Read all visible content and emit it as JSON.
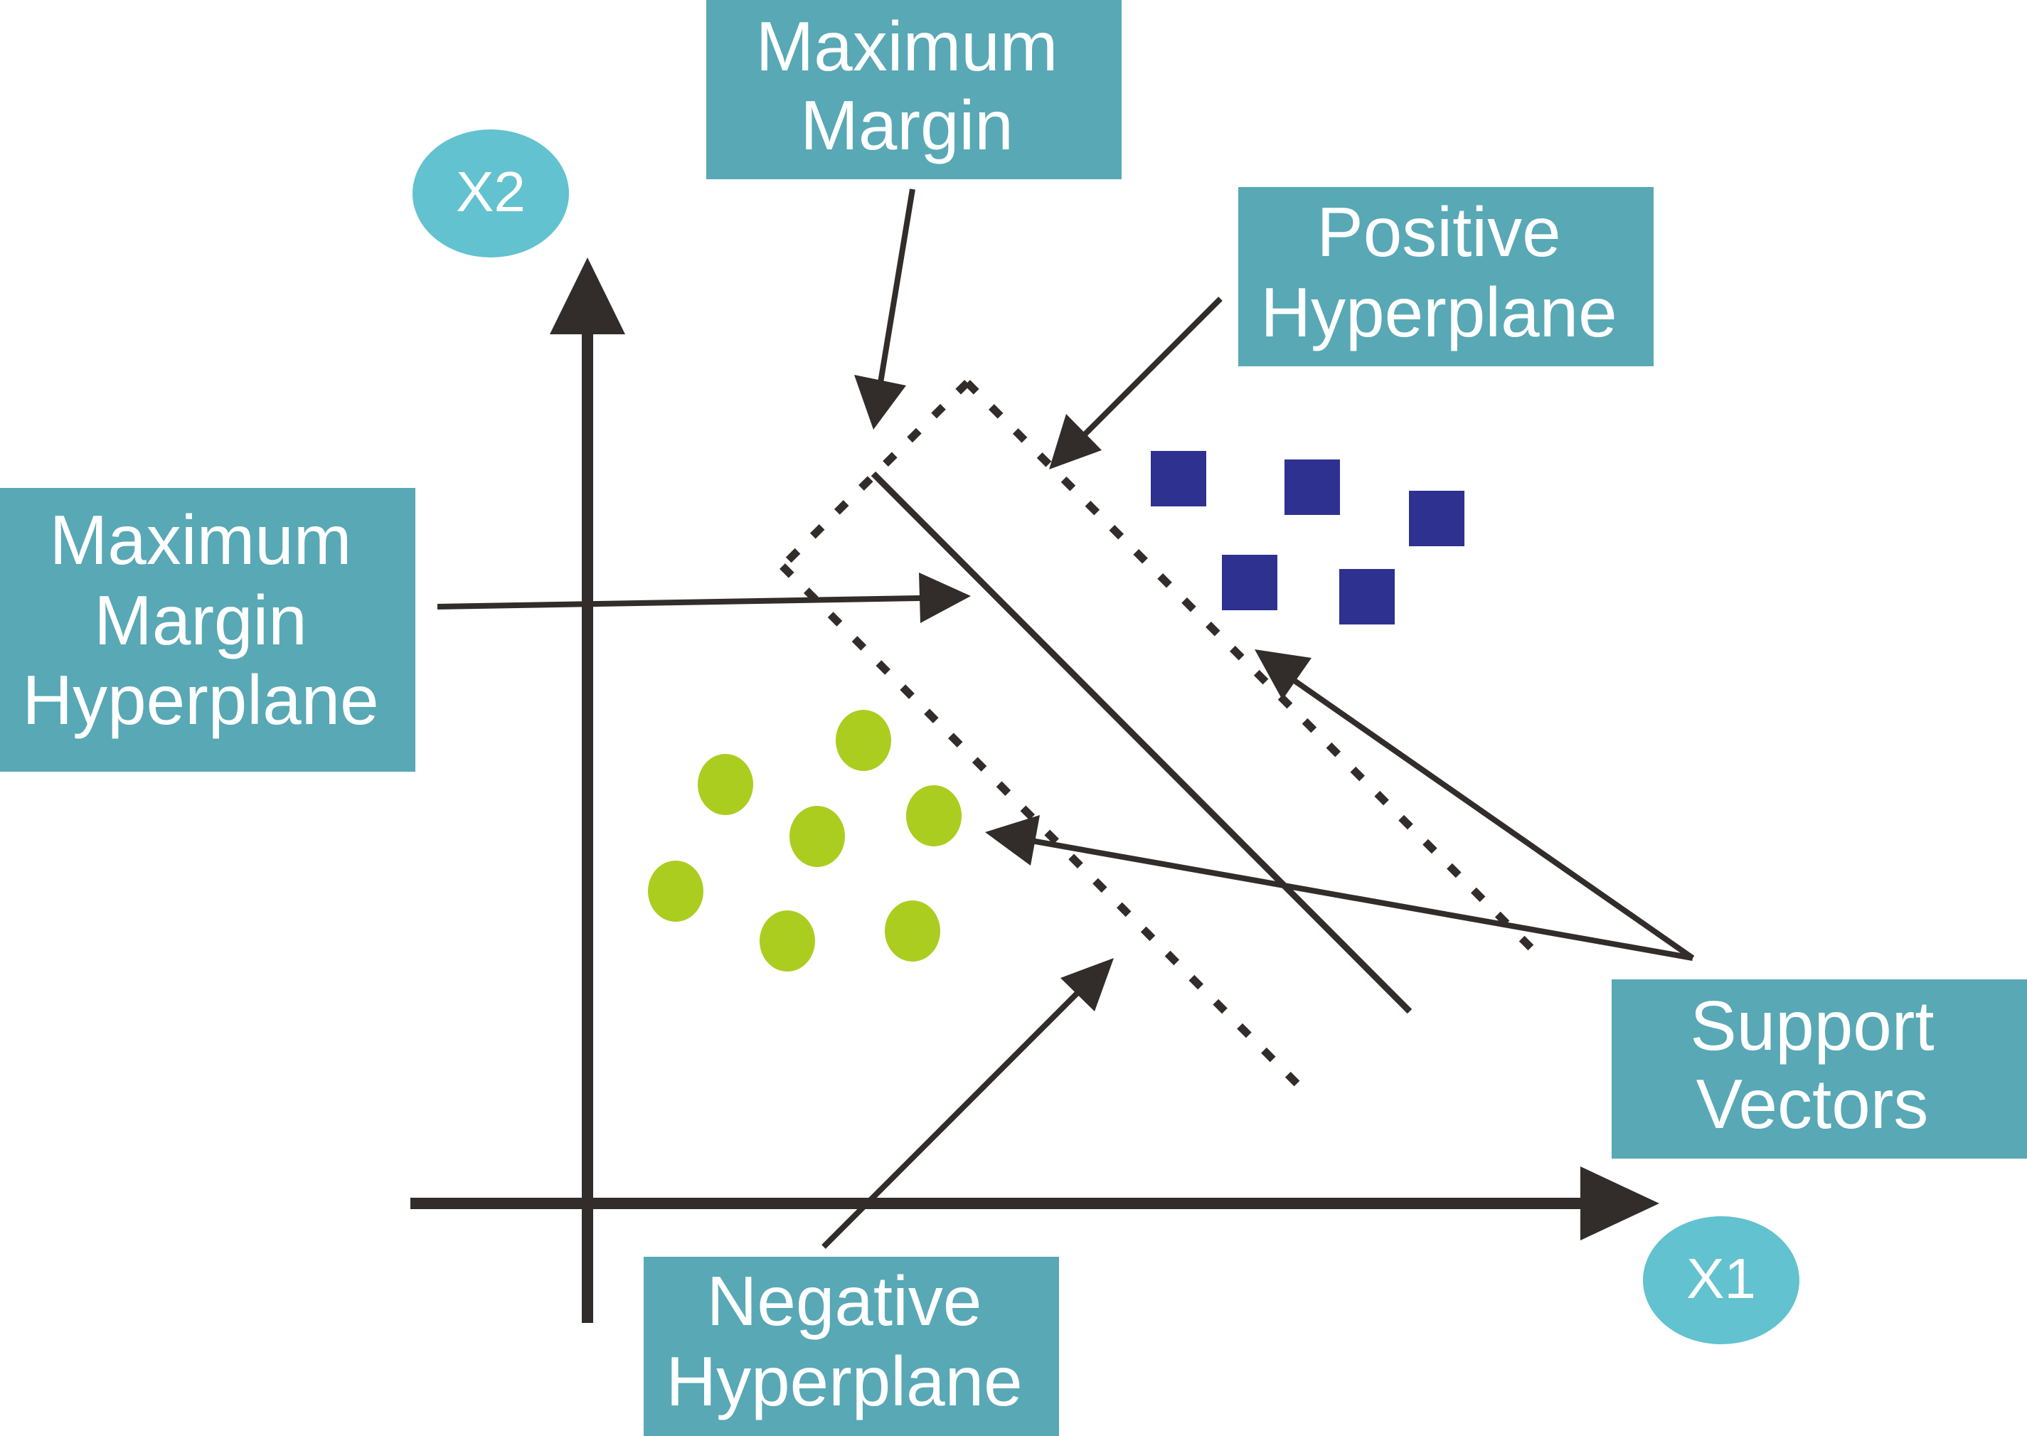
{
  "labels": {
    "maximum_margin": {
      "line1": "Maximum",
      "line2": "Margin"
    },
    "positive_hyperplane": {
      "line1": "Positive",
      "line2": "Hyperplane"
    },
    "maximum_margin_hyperplane": {
      "line1": "Maximum",
      "line2": "Margin",
      "line3": "Hyperplane"
    },
    "support_vectors": {
      "line1": "Support",
      "line2": "Vectors"
    },
    "negative_hyperplane": {
      "line1": "Negative",
      "line2": "Hyperplane"
    }
  },
  "axes": {
    "x": "X1",
    "y": "X2"
  },
  "colors": {
    "label_box": "#58a8b6",
    "axis_bubble": "#62c2cf",
    "line": "#322c2b",
    "square_class": "#2e3190",
    "circle_class": "#abcd20"
  }
}
